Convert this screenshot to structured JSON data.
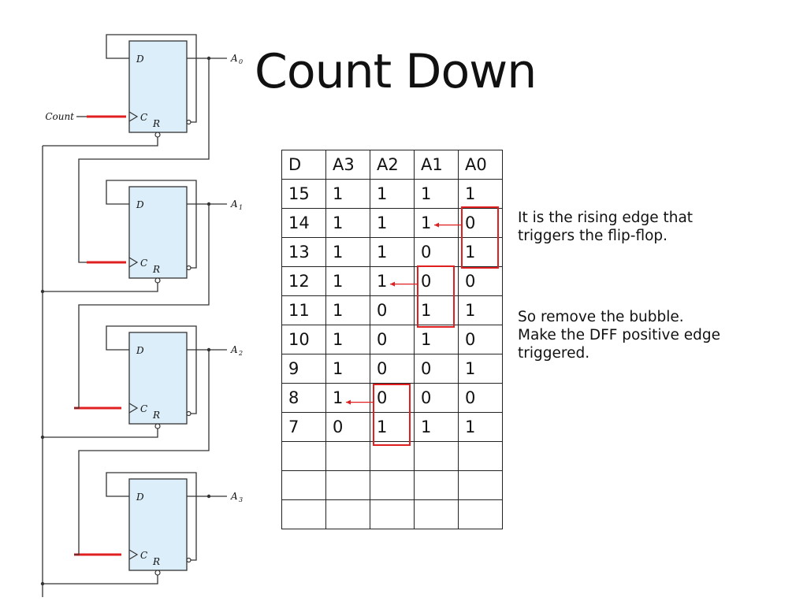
{
  "title": "Count Down",
  "circuit": {
    "count_label": "Count",
    "flip_flops": [
      {
        "d_label": "D",
        "clock_label": "C",
        "reset_label": "R",
        "output_label": "A",
        "output_index": "0"
      },
      {
        "d_label": "D",
        "clock_label": "C",
        "reset_label": "R",
        "output_label": "A",
        "output_index": "1"
      },
      {
        "d_label": "D",
        "clock_label": "C",
        "reset_label": "R",
        "output_label": "A",
        "output_index": "2"
      },
      {
        "d_label": "D",
        "clock_label": "C",
        "reset_label": "R",
        "output_label": "A",
        "output_index": "3"
      }
    ],
    "box_fill": "#dbeef9",
    "wire_color": "#333333",
    "highlight_color": "#e02020"
  },
  "table": {
    "headers": [
      "D",
      "A3",
      "A2",
      "A1",
      "A0"
    ],
    "rows": [
      [
        "15",
        "1",
        "1",
        "1",
        "1"
      ],
      [
        "14",
        "1",
        "1",
        "1",
        "0"
      ],
      [
        "13",
        "1",
        "1",
        "0",
        "1"
      ],
      [
        "12",
        "1",
        "1",
        "0",
        "0"
      ],
      [
        "11",
        "1",
        "0",
        "1",
        "1"
      ],
      [
        "10",
        "1",
        "0",
        "1",
        "0"
      ],
      [
        "9",
        "1",
        "0",
        "0",
        "1"
      ],
      [
        "8",
        "1",
        "0",
        "0",
        "0"
      ],
      [
        "7",
        "0",
        "1",
        "1",
        "1"
      ],
      [
        "",
        "",
        "",
        "",
        ""
      ],
      [
        "",
        "",
        "",
        "",
        ""
      ],
      [
        "",
        "",
        "",
        "",
        ""
      ]
    ],
    "highlights": [
      {
        "column": 4,
        "rows": [
          1,
          2
        ],
        "arrow_to_column": 3,
        "arrow_row": 1
      },
      {
        "column": 3,
        "rows": [
          3,
          4
        ],
        "arrow_to_column": 2,
        "arrow_row": 3
      },
      {
        "column": 2,
        "rows": [
          7,
          8
        ],
        "arrow_to_column": 1,
        "arrow_row": 7
      }
    ]
  },
  "notes": {
    "note1": [
      "It is the rising edge that",
      "triggers the flip-flop."
    ],
    "note2": [
      "So remove the bubble.",
      "Make the DFF positive edge",
      "triggered."
    ]
  }
}
